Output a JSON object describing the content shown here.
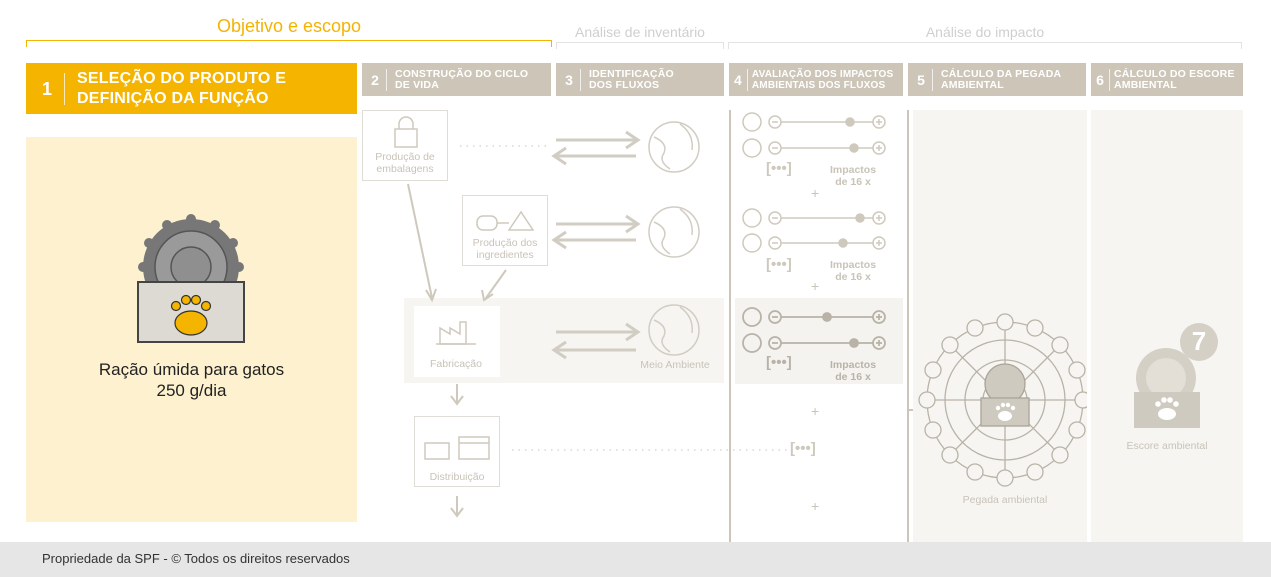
{
  "phases": {
    "p1": "Objetivo e escopo",
    "p2": "Análise de inventário",
    "p3": "Análise do impacto"
  },
  "steps": [
    {
      "num": "1",
      "label": "SELEÇÃO DO PRODUTO E DEFINIÇÃO DA FUNÇÃO"
    },
    {
      "num": "2",
      "label": "CONSTRUÇÃO DO CICLO DE VIDA"
    },
    {
      "num": "3",
      "label": "IDENTIFICAÇÃO DOS FLUXOS"
    },
    {
      "num": "4",
      "label": "AVALIAÇÃO DOS IMPACTOS AMBIENTAIS DOS FLUXOS"
    },
    {
      "num": "5",
      "label": "CÁLCULO DA PEGADA AMBIENTAL"
    },
    {
      "num": "6",
      "label": "CÁLCULO DO ESCORE AMBIENTAL"
    }
  ],
  "product": {
    "line1": "Ração úmida para gatos",
    "line2": "250 g/dia"
  },
  "lifecycle": {
    "packaging": "Produção de embalagens",
    "ingredients": "Produção dos ingredientes",
    "manufacturing": "Fabricação",
    "distribution": "Distribuição",
    "environment": "Meio Ambiente"
  },
  "impacts": {
    "label": "Impactos de 16 x",
    "plus": "+",
    "ellipsis": "[•••]"
  },
  "footprint": "Pegada ambiental",
  "score": {
    "label": "Escore ambiental",
    "value": "7"
  },
  "footer": "Propriedade da SPF - © Todos os direitos reservados",
  "colors": {
    "accent": "#f4b400",
    "muted": "#cdc6b8",
    "panel": "#fdf1cf"
  }
}
